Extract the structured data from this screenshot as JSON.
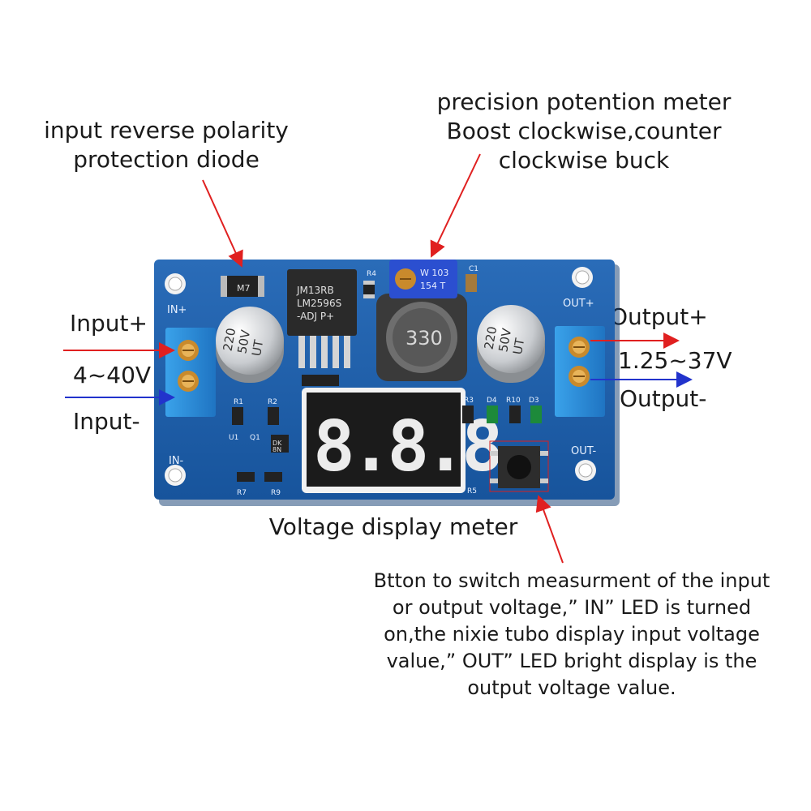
{
  "callouts": {
    "diode": [
      "input reverse polarity",
      "protection diode"
    ],
    "pot": [
      "precision potention meter",
      "Boost clockwise,counter",
      "clockwise buck"
    ],
    "display": "Voltage display meter",
    "button": [
      "Btton to switch measurment of the input",
      "or output voltage,” IN” LED is turned",
      "on,the nixie tubo display input voltage",
      "value,” OUT” LED bright display is the",
      "output voltage value."
    ]
  },
  "terminals": {
    "input_plus": "Input+",
    "input_range": "4~40V",
    "input_minus": "Input-",
    "output_plus": "Output+",
    "output_range": "1.25~37V",
    "output_minus": "Output-"
  },
  "board": {
    "silk_in_plus": "IN+",
    "silk_in_minus": "IN-",
    "silk_out_plus": "OUT+",
    "silk_out_minus": "OUT-",
    "ic_line1": "JM13RB",
    "ic_line2": "LM2596S",
    "ic_line3": "-ADJ  P+",
    "inductor": "330",
    "cap_left": [
      "220",
      "50V",
      "UT"
    ],
    "cap_right": [
      "220",
      "50V",
      "UT"
    ],
    "pot_marking": [
      "W 103",
      "154 T"
    ],
    "diode_marking": "M7",
    "display_digits": "8.8.8.",
    "refs": [
      "R4",
      "C1",
      "R1",
      "R2",
      "U1",
      "Q1",
      "R7",
      "R9",
      "R3",
      "D4",
      "R10",
      "D3",
      "R5"
    ],
    "transistor_marking": [
      "DK",
      "8N"
    ]
  },
  "colors": {
    "pcb": "#1d5fa8",
    "arrow_red": "#e02020",
    "arrow_blue": "#2233cc",
    "terminal_blue": "#2f8fd8",
    "display_digit": "#e9e9e9"
  }
}
